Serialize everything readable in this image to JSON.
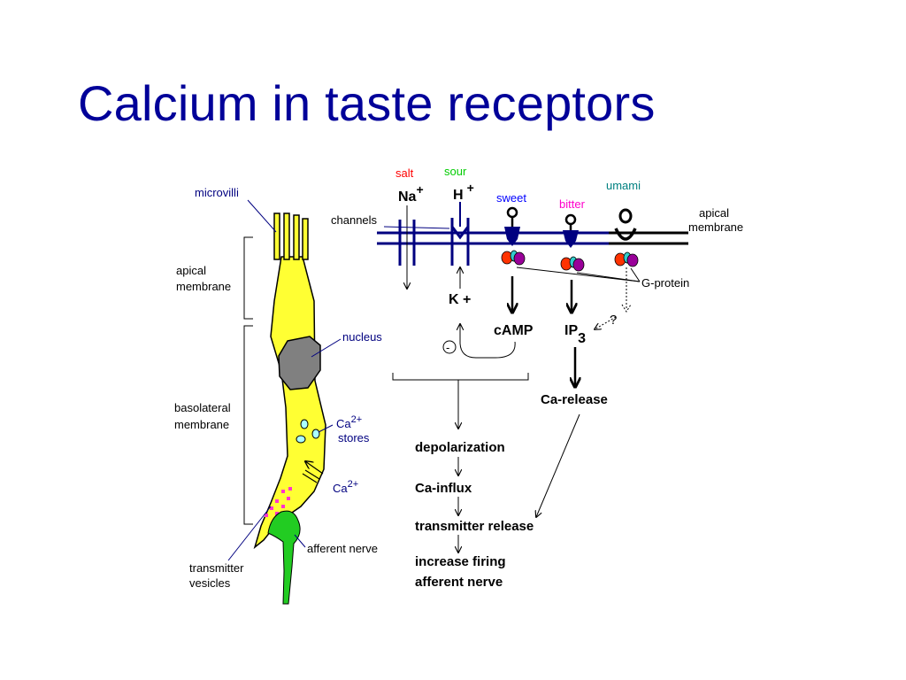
{
  "title": "Calcium in taste receptors",
  "colors": {
    "title": "#000099",
    "cell_fill": "#ffff33",
    "nucleus_fill": "#808080",
    "nerve_fill": "#22cc22",
    "channel": "#000080",
    "salt": "#ff0000",
    "sour": "#00cc00",
    "sweet": "#0000ff",
    "bitter": "#ff00cc",
    "umami": "#008080"
  },
  "cell_labels": {
    "microvilli": "microvilli",
    "apical_membrane": [
      "apical",
      "membrane"
    ],
    "basolateral_membrane": [
      "basolateral",
      "membrane"
    ],
    "nucleus": "nucleus",
    "ca_stores_ion": "Ca",
    "ca_stores_charge": "2+",
    "ca_stores_word": "stores",
    "ca_influx_ion": "Ca",
    "ca_influx_charge": "2+",
    "afferent_nerve": "afferent nerve",
    "transmitter_vesicles": [
      "transmitter",
      "vesicles"
    ]
  },
  "tastes": {
    "salt": "salt",
    "sour": "sour",
    "sweet": "sweet",
    "bitter": "bitter",
    "umami": "umami"
  },
  "ions": {
    "na": "Na",
    "na_charge": "+",
    "h": "H",
    "h_charge": "+",
    "k": "K +"
  },
  "pathway_labels": {
    "channels": "channels",
    "apical_membrane": [
      "apical",
      "membrane"
    ],
    "g_protein": "G-protein",
    "camp": "cAMP",
    "ip": "IP",
    "ip_sub": "3",
    "question": "?",
    "inhibit": "-",
    "ca_release": "Ca-release"
  },
  "flow_steps": [
    "depolarization",
    "Ca-influx",
    "transmitter release",
    "increase firing",
    "afferent nerve"
  ]
}
